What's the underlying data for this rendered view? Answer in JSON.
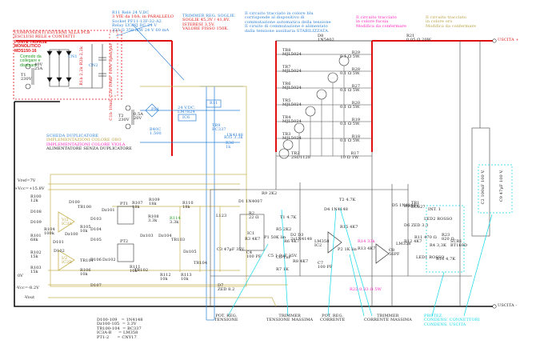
{
  "notes": {
    "external_components": [
      "COMPONENTI ESTERNI ALLA PCB",
      "ESCLUSI RELE e CONTATTI"
    ],
    "bridge": [
      "PONTE TRIFASE",
      "MONOLITICO",
      "MDS150-16"
    ],
    "bridge_note": [
      "Comodo da",
      "collegare e",
      "dissipare"
    ],
    "relay": [
      "R11 Relè 24 V.DC",
      "3 VIE da 10A. in PARALLELO",
      "Socket PF11-13F-32-A2",
      "Relay LY3NJ DC 24 V",
      "323 Ω 358 mW 24 V 60 mA"
    ],
    "trimmer": [
      "TRIMMER REG. SOGLIE.",
      "SOGLIE 45,3V / 41,8V.",
      "ISTERESI 3,5V.",
      "VALORE FISSO 150K."
    ],
    "blue_circuit": [
      "Il circuito tracciato in colore blu",
      "corrisponde al dispositivo di",
      "commutazione automatica della tensione",
      "Il ciruito di commutazione è alimentato",
      "dalla tensione ausiliaria STABILIZZATA."
    ],
    "fuchsia_circuit": [
      "Il circuito tracciato",
      "in colore fucsia",
      "Modifica da confermare"
    ],
    "gold_circuit": [
      "Il circuito tracciato",
      "in colore oro",
      "Modifica da confermare"
    ],
    "legend": [
      "SCHEDA DUPLICATORE",
      "IMPLEMENTAZIONI COLORE ORO",
      "IMPLEMENTAZIONI COLORE VIOLA",
      "ALIMENTATORE SENZA DUPLICATORE"
    ],
    "bom": [
      {
        "part": "D100-109",
        "value": "= 1N4148"
      },
      {
        "part": "Dz100-105",
        "value": "= 3.3V"
      },
      {
        "part": "TR100-104",
        "value": "= BC337"
      },
      {
        "part": "IC3A-B",
        "value": "= LM358"
      },
      {
        "part": "PT1-2",
        "value": "= CNY17"
      }
    ],
    "callouts": {
      "pot_voltage": [
        "POT. REG.",
        "TENSIONE"
      ],
      "trimmer_voltage": [
        "TRIMMER",
        "TENSIONE MASSIMA"
      ],
      "pot_current": [
        "POT. REG.",
        "CORRENTE"
      ],
      "trimmer_current": [
        "TRIMMER",
        "CORRENTE MASSIMA"
      ],
      "pcb_caps": [
        "PROTEZ.",
        "CONDENS. CONNETTORI",
        "CONDENS. USCITA"
      ]
    }
  },
  "terminals": {
    "out_pos": "USCITA +",
    "out_neg": "USCITA -",
    "vref": "Vref=7V",
    "vcc_pos": "+Vcc=+15.8V",
    "zero": "0V",
    "vcc_neg": "-Vcc=-8.2V",
    "vout": "-Vout"
  },
  "transformers": {
    "t1": {
      "name": "T1",
      "primary": "230V",
      "secondary": [
        "40V",
        "25A"
      ]
    },
    "t2": {
      "name": "T2",
      "primary": "230V",
      "secondary": [
        "0,5A",
        "20V"
      ]
    }
  },
  "power_stage": {
    "d8": {
      "name": "D8",
      "value": "1N5402"
    },
    "r21": {
      "name": "R21",
      "value": "0,05 Ω 20W"
    },
    "transistors": [
      {
        "name": "TR8",
        "value": "MJL5024"
      },
      {
        "name": "TR7",
        "value": "MJL5024"
      },
      {
        "name": "TR6",
        "value": "MJL5024"
      },
      {
        "name": "TR5",
        "value": "MJL5024"
      },
      {
        "name": "TR4",
        "value": "MJL5024"
      },
      {
        "name": "TR3",
        "value": "MJL5024"
      }
    ],
    "driver": {
      "name": "TR2",
      "value": "2SD1128"
    },
    "emitter_resistors": [
      {
        "name": "R29",
        "value": "0.1 Ω 5W."
      },
      {
        "name": "R28",
        "value": "0.1 Ω 5W."
      },
      {
        "name": "R27",
        "value": "0.1 Ω 5W."
      },
      {
        "name": "R20",
        "value": "0.1 Ω 5W."
      },
      {
        "name": "R19",
        "value": "0.1 Ω 5W."
      },
      {
        "name": "R18",
        "value": "0.1 Ω 5W."
      },
      {
        "name": "R17",
        "value": "10 Ω 1W."
      }
    ]
  },
  "rectifier": {
    "resistors": "R1b 2,2k R2b 2,2k",
    "res_power": "2W",
    "caps": "C1b 10mF C2b 10mF 100V Spea/par",
    "sw1": "CN1",
    "sw2": "CN2"
  },
  "aux_supply": {
    "bridge": "PS1",
    "bridge_value": [
      "B40C",
      "1.500"
    ],
    "c12": "C12 1mF 35V",
    "ic6": "IC6",
    "ic6_label": [
      "24 V.DC.",
      "LM7824"
    ],
    "c13": "C13 1µF",
    "r11": "R11",
    "coil": "COIL 1N4007",
    "led": "LED3 GREEN",
    "r37": "R37 3.3k",
    "tr9": {
      "name": "TR9",
      "value": "BC337"
    },
    "d": "1N4148",
    "r35": "R35",
    "r35v": "3.3k",
    "r36": "R36",
    "r36v": "1k"
  },
  "control": {
    "r100": {
      "name": "R100",
      "value": "12k"
    },
    "r101": {
      "name": "R101",
      "value": "68k"
    },
    "r102": {
      "name": "R102",
      "value": "15k"
    },
    "r103": {
      "name": "R103",
      "value": "15k"
    },
    "r104": {
      "name": "R104",
      "value": "100k"
    },
    "r105": {
      "name": "R105",
      "value": "10k"
    },
    "r106": {
      "name": "R106",
      "value": "10k"
    },
    "r107": {
      "name": "R107",
      "value": "18k"
    },
    "r108": {
      "name": "R108",
      "value": "3.3k"
    },
    "r109": {
      "name": "R109",
      "value": "18k"
    },
    "r110": {
      "name": "R110",
      "value": "18k"
    },
    "r111": {
      "name": "R111",
      "value": "10k"
    },
    "r112": {
      "name": "R112",
      "value": "10k"
    },
    "r113": {
      "name": "R113",
      "value": "10k"
    },
    "r114": {
      "name": "R114",
      "value": "3.3k"
    },
    "ic3a": {
      "name": "IC3A",
      "role": "V/2"
    },
    "ic3b": {
      "name": "IC3B",
      "role": "I/2"
    },
    "diodes": [
      "D100",
      "D101",
      "D102",
      "D103",
      "D104",
      "D105",
      "D106",
      "D107",
      "D108",
      "D109"
    ],
    "zeners": [
      "Dz100",
      "Dz101",
      "Dz102",
      "Dz103",
      "Dz104",
      "Dz105"
    ],
    "transistors": [
      "TR100",
      "TR101",
      "TR102",
      "TR103",
      "TR104"
    ],
    "pt1": "PT1",
    "pt2": "PT2"
  },
  "regulator": {
    "d1": {
      "name": "D1",
      "value": "1N4007"
    },
    "r9": {
      "name": "R9",
      "value": "2K2"
    },
    "ic1": {
      "name": "IC1",
      "value": "L123"
    },
    "r1": {
      "name": "R1",
      "value": "4K7"
    },
    "r2": {
      "name": "R2",
      "value": "22 Ω"
    },
    "r3": {
      "name": "R3",
      "value": "4K7"
    },
    "c4": {
      "name": "C4",
      "value": "100 PF"
    },
    "c3": {
      "name": "C3",
      "value": "47µF 35V."
    },
    "r30": {
      "name": "R30",
      "value": "4K7"
    },
    "d7": {
      "name": "D7",
      "value": "ZED 8.2"
    },
    "c5": {
      "name": "C5",
      "value": "1.0µF 35V."
    },
    "p1": {
      "name": "P1",
      "value": "50K lin"
    },
    "r5": {
      "name": "R5",
      "value": "2K2"
    },
    "t1": {
      "name": "T1",
      "value": "4.7K"
    },
    "c6": {
      "name": "C6",
      "value": "1nF"
    },
    "r6": {
      "name": "R6",
      "value": "4K7"
    },
    "r7": {
      "name": "R7",
      "value": "1K"
    },
    "d2d3": {
      "name": "D2 D3",
      "value": "2x1N4148"
    },
    "r8": {
      "name": "R8",
      "value": "4K7"
    },
    "ic2": {
      "name": "IC2",
      "value": "LM358"
    },
    "c7": {
      "name": "C7",
      "value": "100 PF"
    },
    "d4": {
      "name": "D4",
      "value": "1N4148"
    },
    "t2": {
      "name": "T2",
      "value": "4.7K"
    },
    "r15": {
      "name": "R15",
      "value": "4K7"
    },
    "p2": {
      "name": "P2",
      "value": "1K lin"
    },
    "r14": {
      "name": "R14",
      "value": "33k"
    },
    "r13": {
      "name": "R13",
      "value": "4K7"
    },
    "c8": {
      "name": "C8",
      "value": "56PF"
    },
    "d5": {
      "name": "D5",
      "value": "1N4148"
    },
    "r10": {
      "name": "R10",
      "value": "1K"
    },
    "tr1": {
      "name": "TR1",
      "value": "BC327"
    },
    "d6": {
      "name": "D6",
      "value": "ZED 3.3"
    },
    "r12": {
      "name": "R12",
      "value": "4K7"
    },
    "r11b": {
      "name": "R11",
      "value": "470 Ω"
    },
    "led1": "LED1 ROSSO",
    "led2": "LED2 ROSSO",
    "int1": "INT. 1",
    "r23": {
      "name": "R23",
      "value": "820 Ω"
    },
    "r4": {
      "name": "R4",
      "value": "3,3K"
    },
    "r16": {
      "name": "R16",
      "value": "4,7K"
    },
    "scr": {
      "name": "SCR1",
      "value": "BT169D"
    },
    "r22": {
      "name": "R22",
      "value": "0.33 Ω"
    },
    "r22b": "5W",
    "c2": {
      "name": "C2",
      "value": "100nF 100 V."
    },
    "c9": {
      "name": "C9",
      "value": "47µF 100 V."
    }
  },
  "colors": {
    "red": "#e01010",
    "blue": "#2a7fd6",
    "gold": "#c8b050",
    "pink": "#ff20c0",
    "cyan": "#10d8e8",
    "green": "#1a9a1a",
    "wire": "#333333"
  }
}
